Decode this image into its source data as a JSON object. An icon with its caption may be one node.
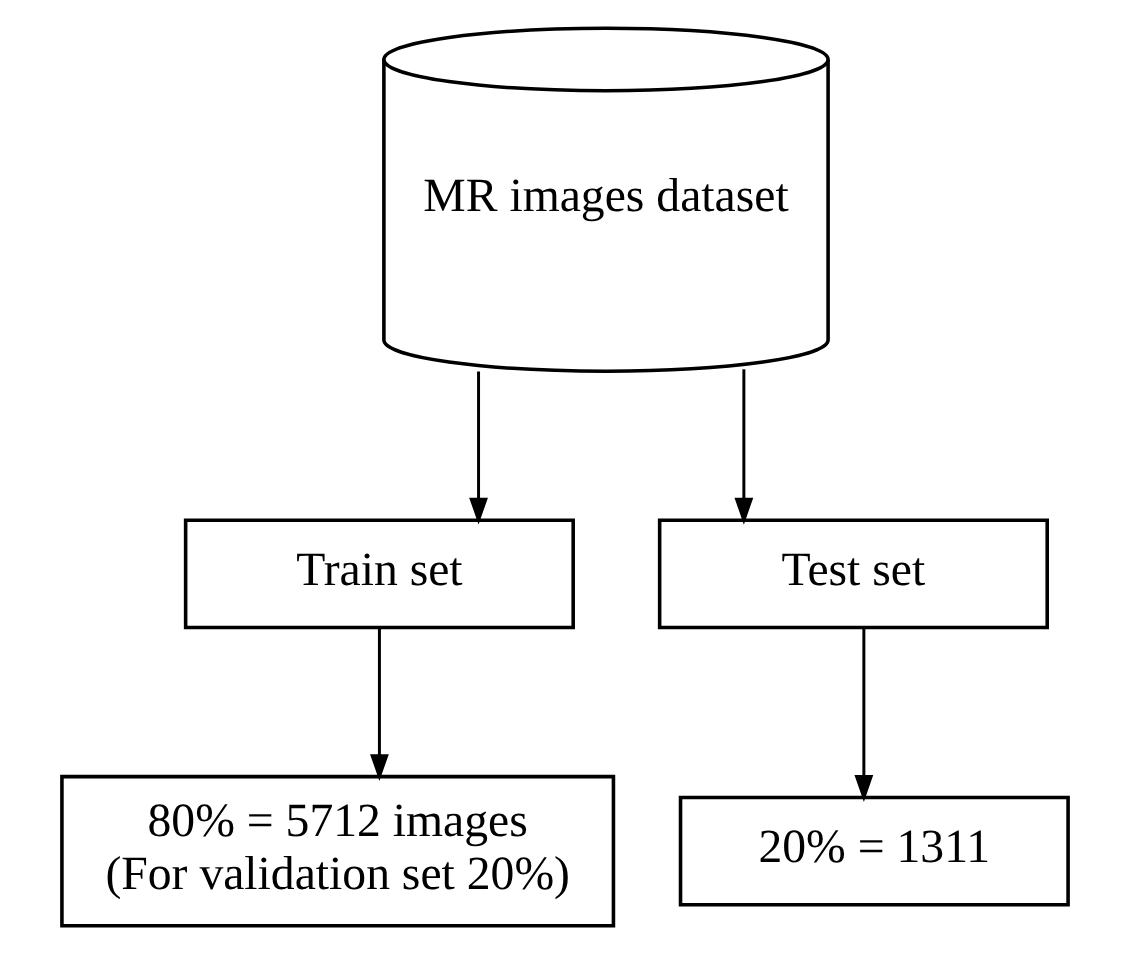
{
  "diagram": {
    "nodes": [
      {
        "text": [
          "MR images dataset"
        ]
      },
      {
        "text": [
          "Train set"
        ]
      },
      {
        "text": [
          "Test set"
        ]
      },
      {
        "text": [
          "80% = 5712 images",
          "(For validation set 20%)"
        ]
      },
      {
        "text": [
          "20% = 1311"
        ]
      }
    ],
    "edges": [
      {
        "from": 0,
        "to": 1,
        "arrow": "to"
      },
      {
        "from": 0,
        "to": 2,
        "arrow": "to"
      },
      {
        "from": 1,
        "to": 3,
        "arrow": "to"
      },
      {
        "from": 2,
        "to": 4,
        "arrow": "to"
      }
    ]
  }
}
